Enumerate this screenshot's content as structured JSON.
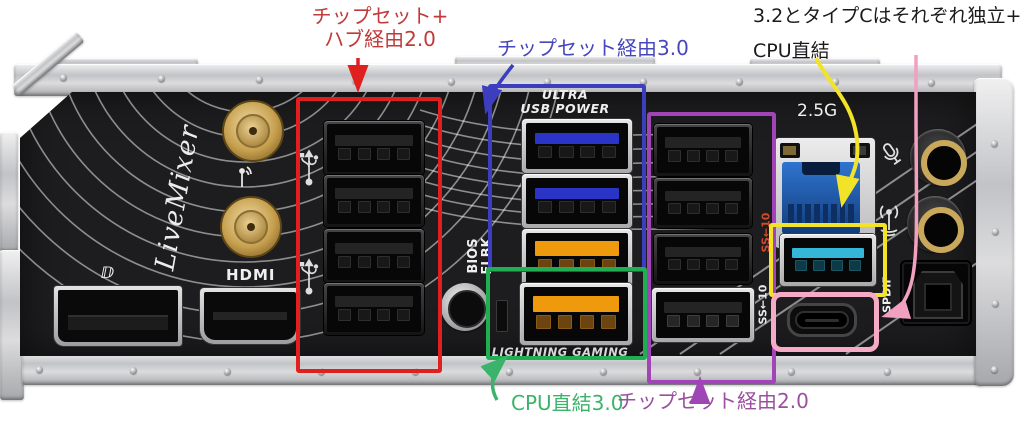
{
  "annotations": {
    "red": {
      "text_line1": "チップセット+",
      "text_line2": "ハブ経由2.0",
      "color": "#e01f1f",
      "text_color": "#c13a3a"
    },
    "blue": {
      "text": "チップセット経由3.0",
      "color": "#3d3dc0",
      "text_color": "#4747bd"
    },
    "black": {
      "text_line1": "3.2とタイプCはそれぞれ独立+",
      "text_line2": "CPU直結",
      "text_color": "#1a1a1a"
    },
    "green": {
      "text": "CPU直結3.0",
      "color": "#1fae52",
      "text_color": "#3cb36a"
    },
    "purple": {
      "text": "チップセット経由2.0",
      "color": "#a044b8",
      "text_color": "#9b4fa0"
    },
    "yellow": {
      "color": "#f2e329"
    },
    "pink": {
      "color": "#f5aac6"
    }
  },
  "panel": {
    "brand_logo": "LiveMixer",
    "ultra_usb_power_line1": "ULTRA",
    "ultra_usb_power_line2": "USB POWER",
    "lightning_gaming": "LIGHTNING GAMING",
    "bios_flashback_line1": "BIOS",
    "bios_flashback_line2": "FLBK",
    "display_port_label": "ⅅ",
    "hdmi_label": "HDMI",
    "lan_speed_label": "2.5G",
    "spdif_label": "SPDIF",
    "usb10_label_upper": "SS←10",
    "usb10_label_lower": "SS←10"
  },
  "colors": {
    "usb3_tongue": "#2a35c8",
    "usb32_gen2_tongue": "#ef9a0c",
    "usb10_gen2_tongue": "#35b6d9",
    "usb2_tongue": "#242424",
    "lan_jack": "#1d5fb8"
  }
}
